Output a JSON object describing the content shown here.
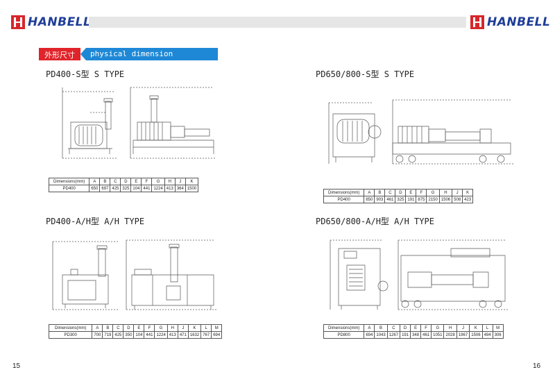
{
  "header": {
    "brand_left": "HANBELL",
    "brand_right": "HANBELL"
  },
  "section": {
    "label_cn": "外形尺寸",
    "label_en": "physical dimension"
  },
  "blocks": [
    {
      "title": "PD400-S型  S TYPE",
      "table": {
        "header": [
          "Dimensions(mm)",
          "A",
          "B",
          "C",
          "D",
          "E",
          "F",
          "G",
          "H",
          "J",
          "K"
        ],
        "row": [
          "PD400",
          "650",
          "697",
          "425",
          "325",
          "104",
          "441",
          "1224",
          "413",
          "364",
          "1500"
        ]
      }
    },
    {
      "title": "PD650/800-S型  S TYPE",
      "table": {
        "header": [
          "Dimensions(mm)",
          "A",
          "B",
          "C",
          "D",
          "E",
          "F",
          "G",
          "H",
          "J",
          "K"
        ],
        "row": [
          "PD400",
          "650",
          "903",
          "461",
          "325",
          "191",
          "875",
          "2150",
          "1506",
          "508",
          "423"
        ]
      }
    },
    {
      "title": "PD400-A/H型  A/H TYPE",
      "table": {
        "header": [
          "Dimensions(mm)",
          "A",
          "B",
          "C",
          "D",
          "E",
          "F",
          "G",
          "H",
          "J",
          "K",
          "L",
          "M"
        ],
        "row": [
          "PD300",
          "700",
          "719",
          "425",
          "350",
          "104",
          "441",
          "1224",
          "413",
          "471",
          "1632",
          "767",
          "694"
        ]
      }
    },
    {
      "title": "PD650/800-A/H型  A/H TYPE",
      "table": {
        "header": [
          "Dimensions(mm)",
          "A",
          "B",
          "C",
          "D",
          "E",
          "F",
          "G",
          "H",
          "J",
          "K",
          "L",
          "M"
        ],
        "row": [
          "PD800",
          "694",
          "1043",
          "1267",
          "191",
          "348",
          "461",
          "1051",
          "2028",
          "1967",
          "1506",
          "494",
          "306"
        ]
      }
    }
  ],
  "page_numbers": {
    "left": "15",
    "right": "16"
  },
  "colors": {
    "brand_red": "#e0242a",
    "brand_blue": "#1f3e97",
    "tag_blue": "#1e88d6"
  }
}
